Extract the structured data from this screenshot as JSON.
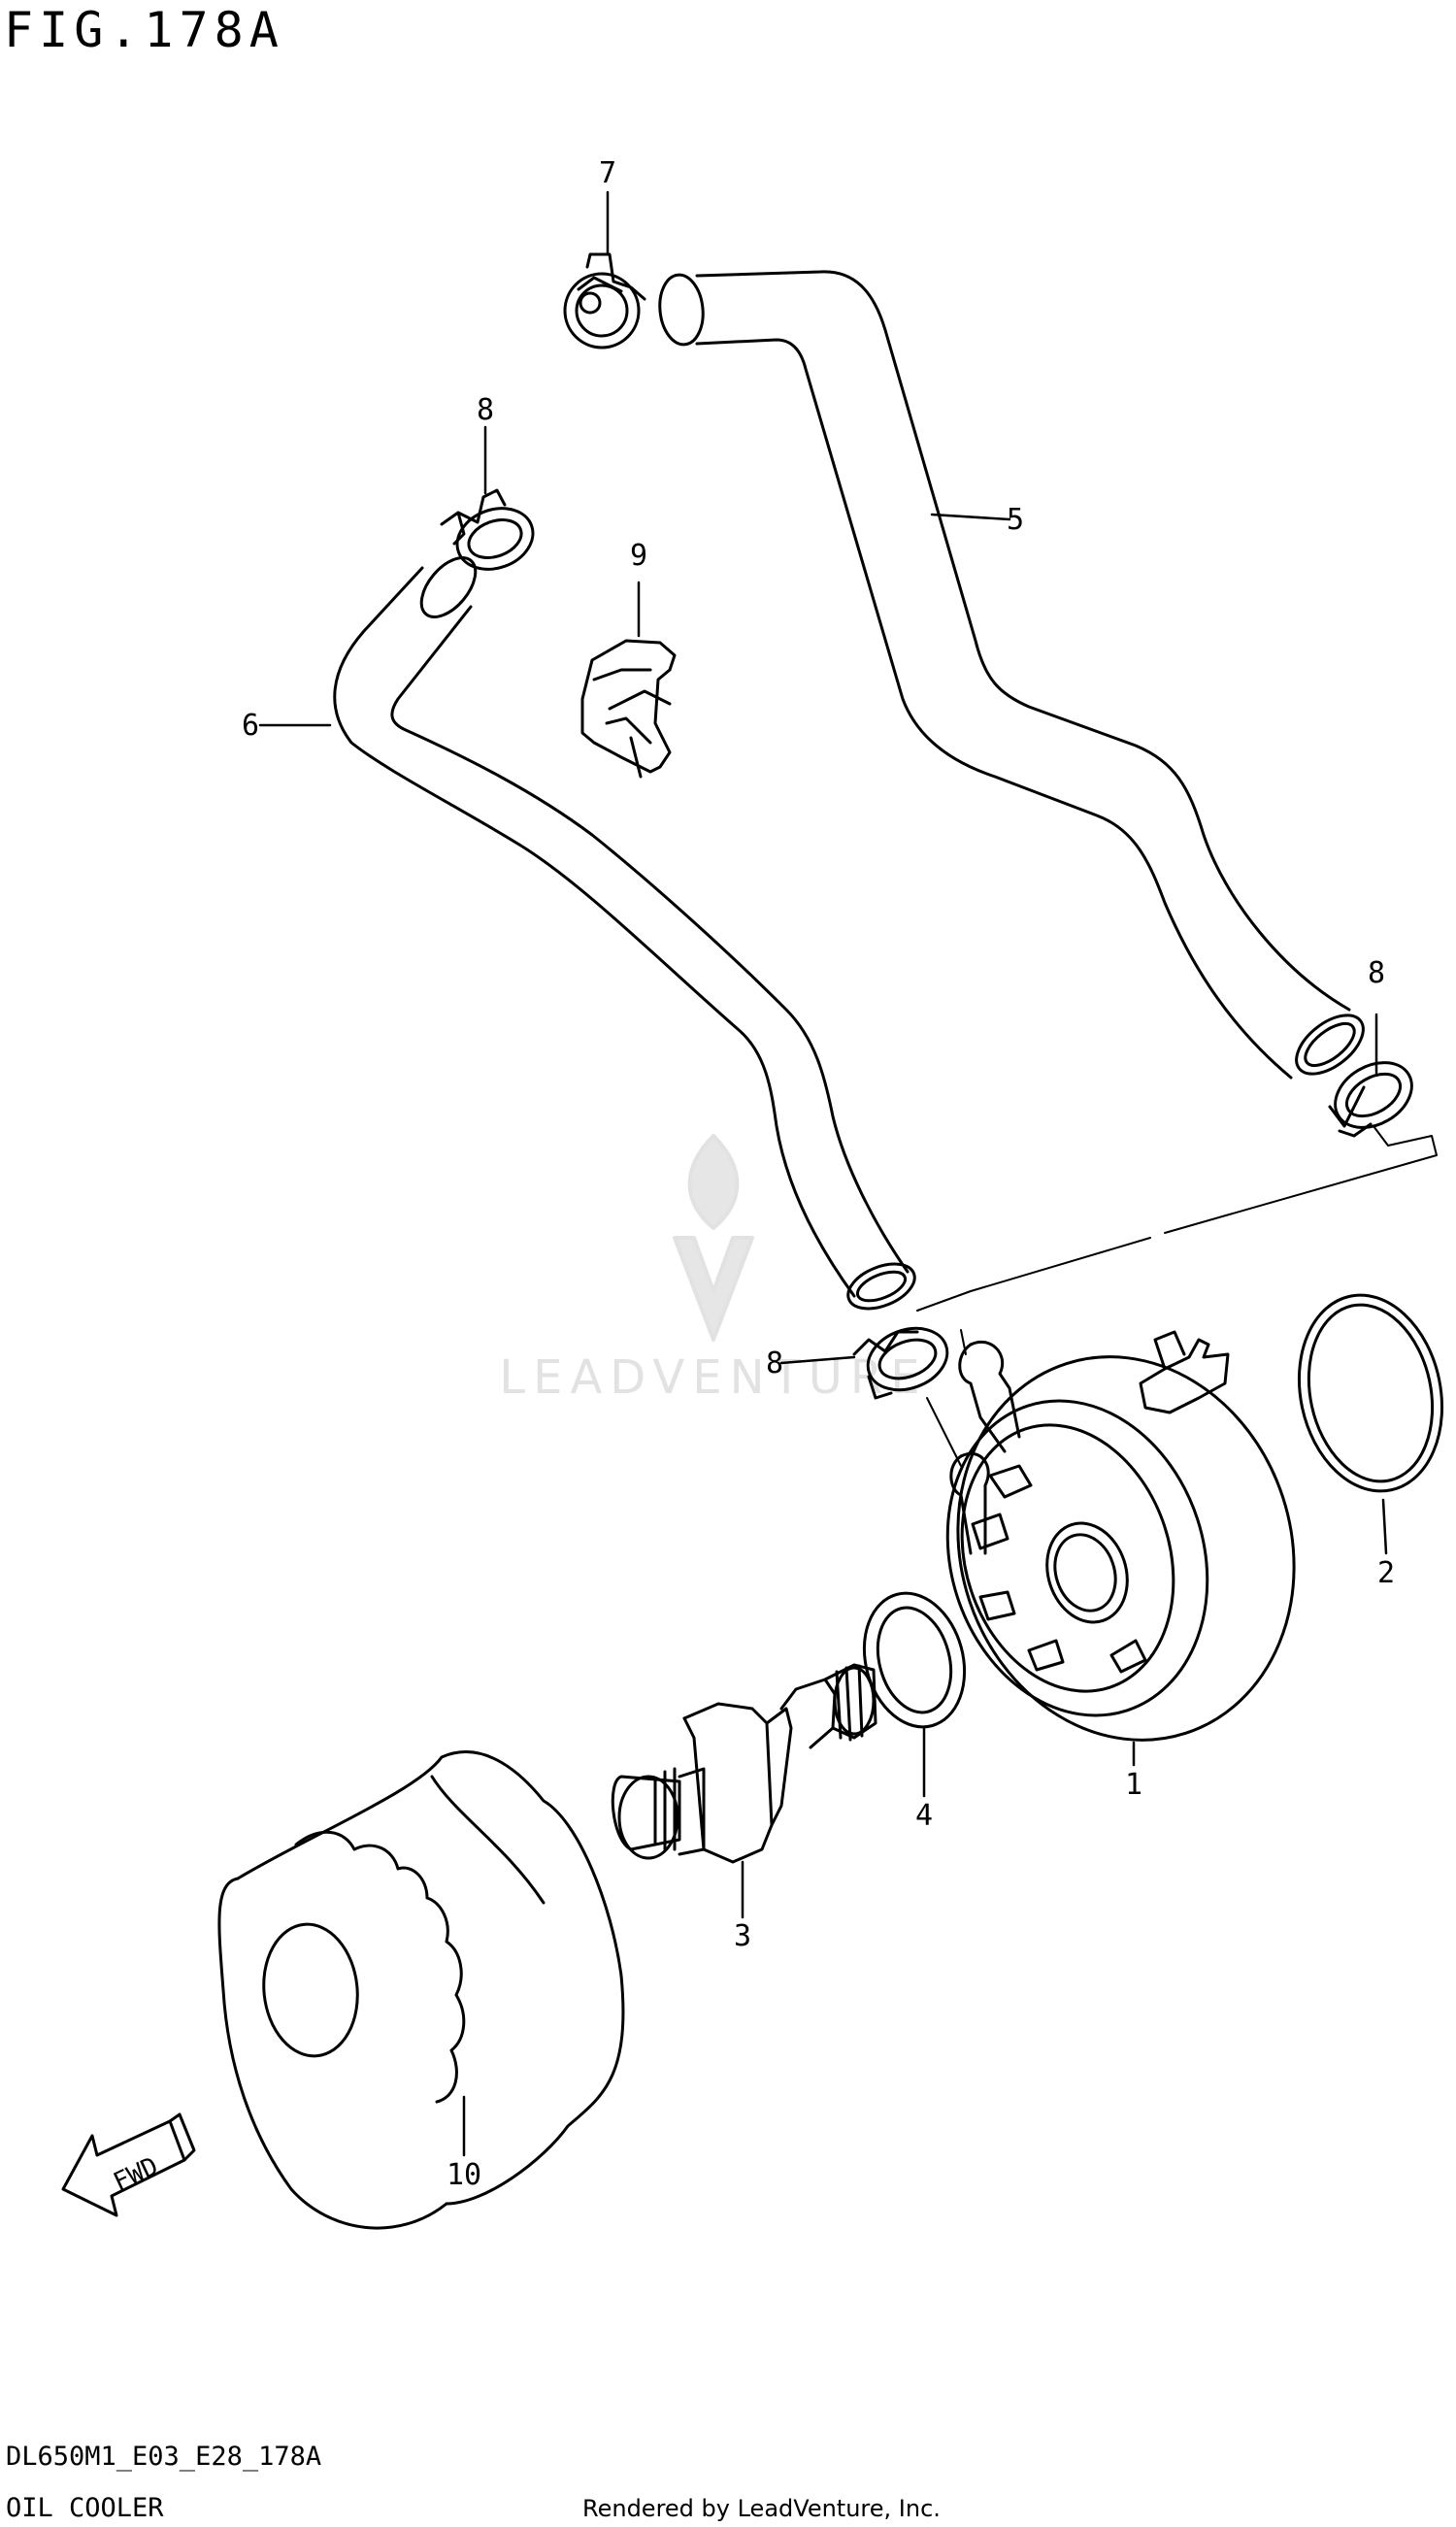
{
  "figure": {
    "title": "FIG.178A",
    "code": "DL650M1_E03_E28_178A",
    "name": "OIL COOLER"
  },
  "footer": {
    "rendered_by": "Rendered by LeadVenture, Inc."
  },
  "watermark": {
    "text": "LEADVENTURE"
  },
  "callouts": [
    {
      "id": "c1",
      "label": "1"
    },
    {
      "id": "c2",
      "label": "2"
    },
    {
      "id": "c3",
      "label": "3"
    },
    {
      "id": "c4",
      "label": "4"
    },
    {
      "id": "c5",
      "label": "5"
    },
    {
      "id": "c6",
      "label": "6"
    },
    {
      "id": "c7",
      "label": "7"
    },
    {
      "id": "c8a",
      "label": "8"
    },
    {
      "id": "c8b",
      "label": "8"
    },
    {
      "id": "c8c",
      "label": "8"
    },
    {
      "id": "c9",
      "label": "9"
    },
    {
      "id": "c10",
      "label": "10"
    }
  ],
  "fwd_arrow": {
    "label": "FWD"
  },
  "colors": {
    "line": "#000000",
    "background": "#ffffff",
    "watermark": "#e2e2e2"
  }
}
